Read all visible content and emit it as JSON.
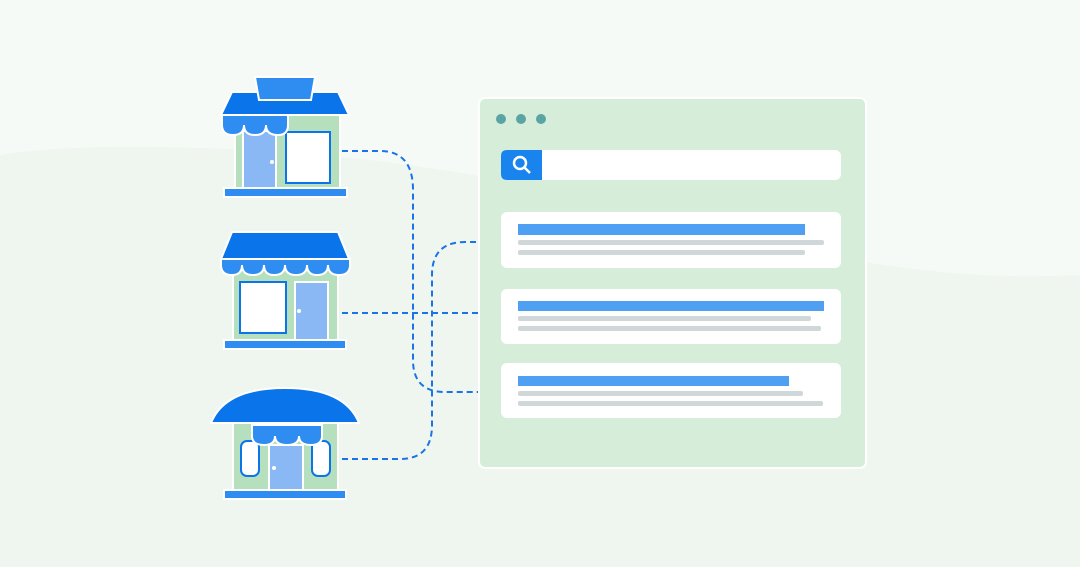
{
  "colors": {
    "background": "#eef6ef",
    "background_top": "#f5faf6",
    "roof_blue": "#0a74ea",
    "awning_blue": "#2f8cf0",
    "door_blue": "#8ab8f5",
    "wall_green": "#b5dfbd",
    "browser_green": "#d6eed9",
    "dot_teal": "#5aa4a4",
    "result_blue": "#4f9ff2",
    "result_gray": "#d0d7d9",
    "connector_blue": "#1a73e8"
  },
  "icons": [
    "store-icon",
    "search-icon",
    "window-dots-icon"
  ],
  "stores": [
    {
      "id": "store-1",
      "result_link": 3
    },
    {
      "id": "store-2",
      "result_link": 2
    },
    {
      "id": "store-3",
      "result_link": 1
    }
  ],
  "results": [
    1,
    2,
    3
  ]
}
